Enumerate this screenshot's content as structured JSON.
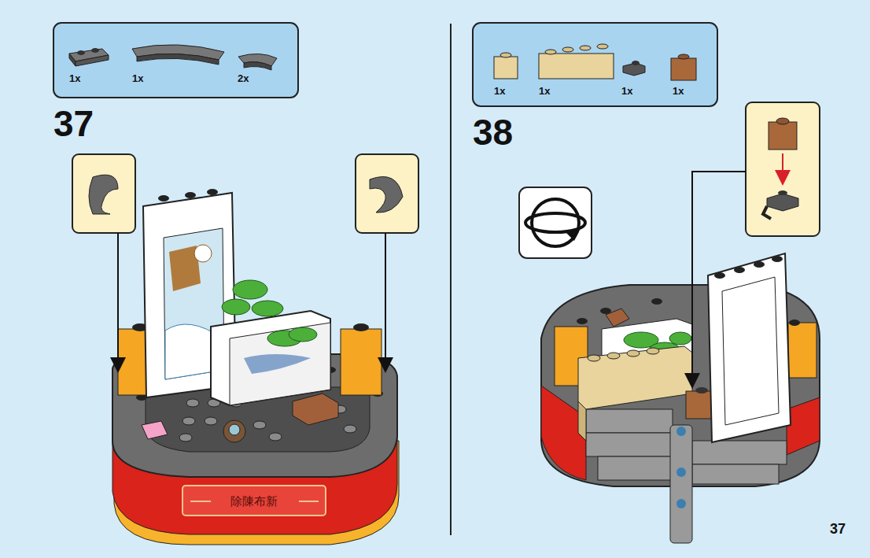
{
  "diagram": {
    "nodes": [
      {
        "text": [
          "1x",
          "1x",
          "2x"
        ]
      },
      {
        "text": [
          "1x",
          "1x",
          "1x",
          "1x"
        ]
      }
    ],
    "labels": [
      "37",
      "38",
      "37",
      "除陳布新"
    ]
  }
}
